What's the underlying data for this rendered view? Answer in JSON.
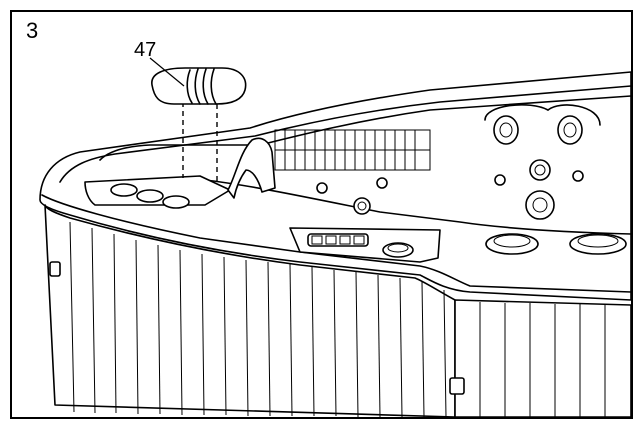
{
  "figure": {
    "step_number": "3",
    "callouts": [
      {
        "label": "47",
        "part": "headrest pillow"
      }
    ]
  },
  "colors": {
    "line": "#000000",
    "background": "#ffffff"
  }
}
